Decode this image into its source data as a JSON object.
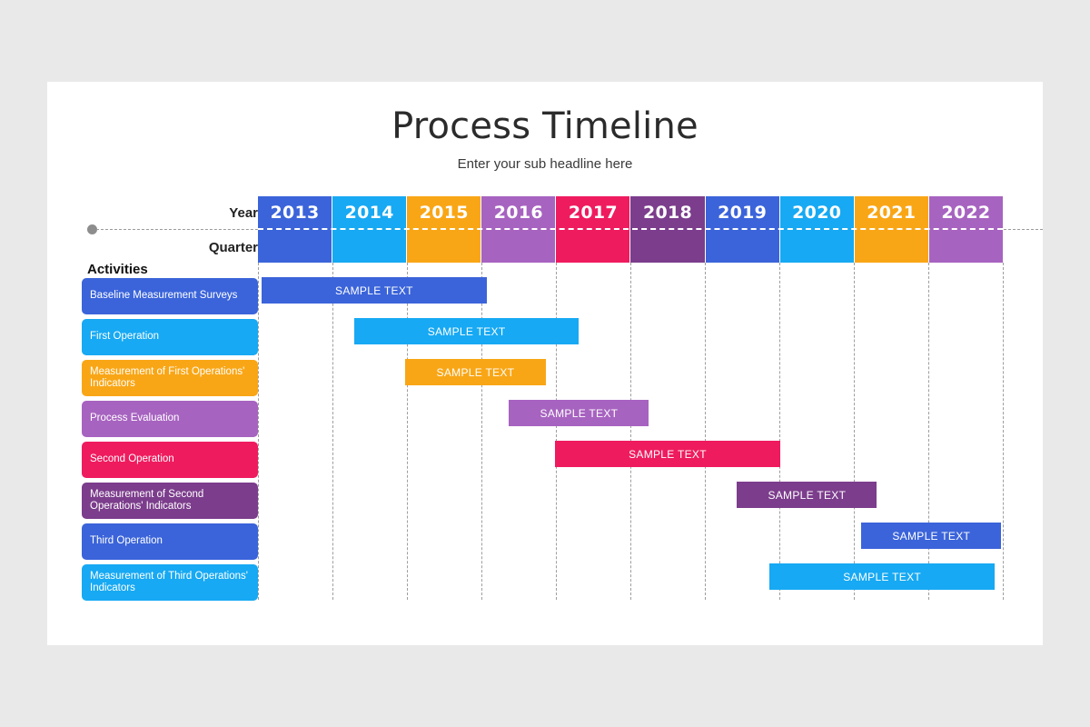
{
  "slide": {
    "title": "Process Timeline",
    "subtitle": "Enter your sub headline here",
    "background_color": "#e9e9e9",
    "card_color": "#ffffff"
  },
  "axis": {
    "year_label": "Year",
    "quarter_label": "Quarter",
    "activities_label": "Activities"
  },
  "years": [
    {
      "label": "2013",
      "color": "#3b64da"
    },
    {
      "label": "2014",
      "color": "#17a9f3"
    },
    {
      "label": "2015",
      "color": "#f9a616"
    },
    {
      "label": "2016",
      "color": "#a763c0"
    },
    {
      "label": "2017",
      "color": "#ef1b5f"
    },
    {
      "label": "2018",
      "color": "#7c3d8c"
    },
    {
      "label": "2019",
      "color": "#3b64da"
    },
    {
      "label": "2020",
      "color": "#17a9f3"
    },
    {
      "label": "2021",
      "color": "#f9a616"
    },
    {
      "label": "2022",
      "color": "#a763c0"
    }
  ],
  "activities": [
    {
      "label": "Baseline Measurement Surveys",
      "color": "#3b64da"
    },
    {
      "label": "First Operation",
      "color": "#17a9f3"
    },
    {
      "label": "Measurement of First Operations' Indicators",
      "color": "#f9a616"
    },
    {
      "label": "Process Evaluation",
      "color": "#a763c0"
    },
    {
      "label": "Second Operation",
      "color": "#ef1b5f"
    },
    {
      "label": "Measurement of Second Operations' Indicators",
      "color": "#7c3d8c"
    },
    {
      "label": "Third Operation",
      "color": "#3b64da"
    },
    {
      "label": "Measurement of Third Operations' Indicators",
      "color": "#17a9f3"
    }
  ],
  "chart_data": {
    "type": "bar",
    "title": "Process Timeline",
    "subtitle": "Enter your sub headline here",
    "xlabel": "Year",
    "ylabel": "Activities",
    "categories": [
      "2013",
      "2014",
      "2015",
      "2016",
      "2017",
      "2018",
      "2019",
      "2020",
      "2021",
      "2022"
    ],
    "grid": true,
    "legend": "none",
    "bars": [
      {
        "activity": "Baseline Measurement Surveys",
        "label": "SAMPLE TEXT",
        "start_year": 2013,
        "end_year": 2016,
        "start_col": 0.05,
        "span_cols": 3.02,
        "color": "#3b64da"
      },
      {
        "activity": "First Operation",
        "label": "SAMPLE TEXT",
        "start_year": 2014,
        "end_year": 2017,
        "start_col": 1.29,
        "span_cols": 3.02,
        "color": "#17a9f3"
      },
      {
        "activity": "Measurement of First Operations' Indicators",
        "label": "SAMPLE TEXT",
        "start_year": 2015,
        "end_year": 2017,
        "start_col": 1.98,
        "span_cols": 1.88,
        "color": "#f9a616"
      },
      {
        "activity": "Process Evaluation",
        "label": "SAMPLE TEXT",
        "start_year": 2016,
        "end_year": 2018,
        "start_col": 3.37,
        "span_cols": 1.88,
        "color": "#a763c0"
      },
      {
        "activity": "Second Operation",
        "label": "SAMPLE TEXT",
        "start_year": 2017,
        "end_year": 2020,
        "start_col": 3.99,
        "span_cols": 3.02,
        "color": "#ef1b5f"
      },
      {
        "activity": "Measurement of Second Operations' Indicators",
        "label": "SAMPLE TEXT",
        "start_year": 2019,
        "end_year": 2021,
        "start_col": 6.43,
        "span_cols": 1.88,
        "color": "#7c3d8c"
      },
      {
        "activity": "Third Operation",
        "label": "SAMPLE TEXT",
        "start_year": 2021,
        "end_year": 2022,
        "start_col": 8.1,
        "span_cols": 1.88,
        "color": "#3b64da"
      },
      {
        "activity": "Measurement of Third Operations' Indicators",
        "label": "SAMPLE TEXT",
        "start_year": 2020,
        "end_year": 2022,
        "start_col": 6.87,
        "span_cols": 3.02,
        "color": "#17a9f3"
      }
    ]
  }
}
